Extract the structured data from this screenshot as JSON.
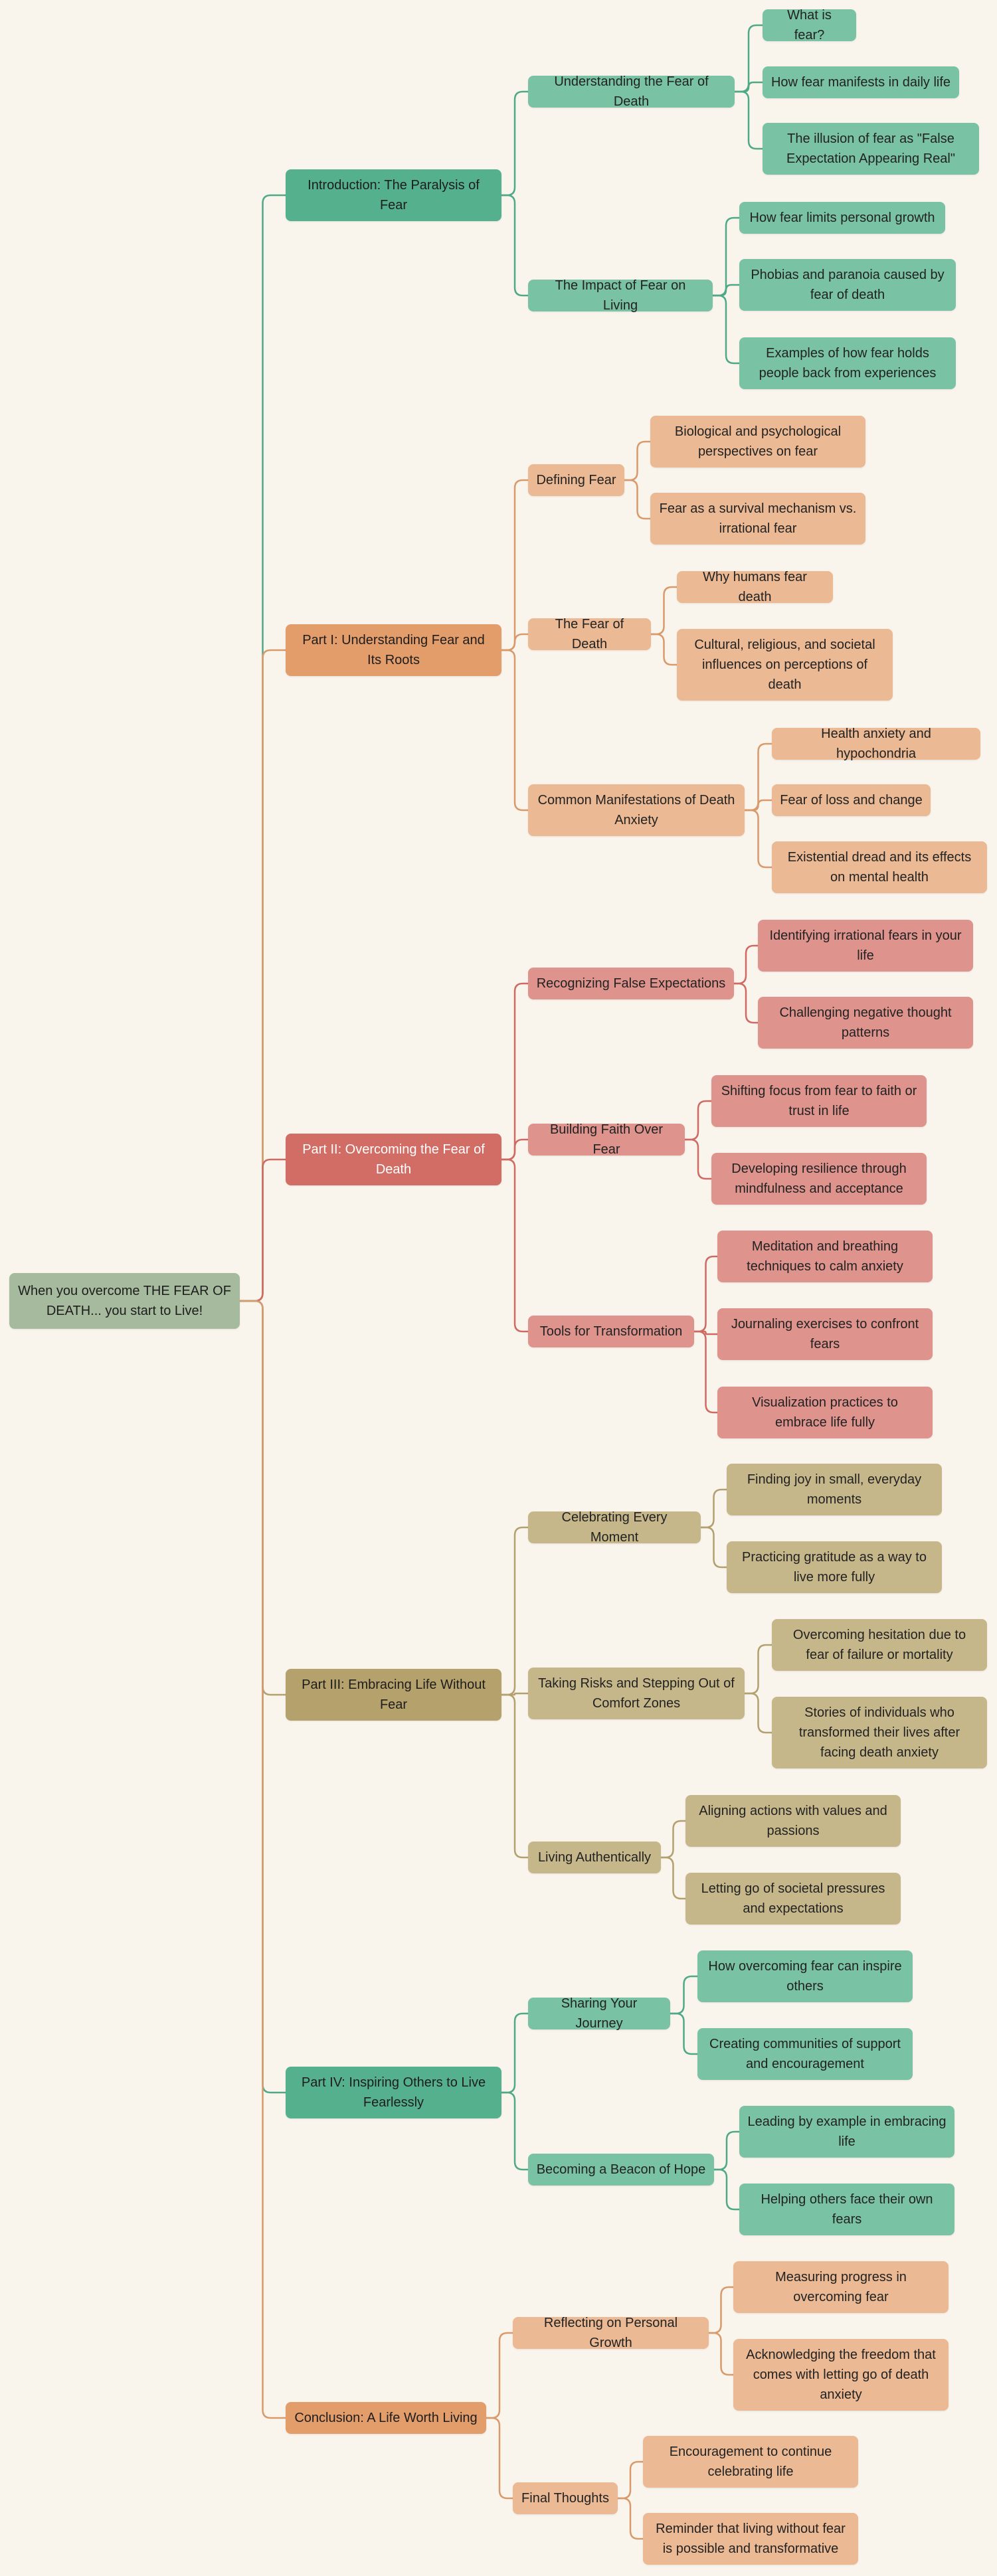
{
  "root": "When you overcome THE FEAR OF DEATH... you start to Live!",
  "colors": {
    "teal": "#55b08d",
    "orange": "#e39d6b",
    "red": "#d26d66",
    "olive": "#b5a16c"
  },
  "branches": [
    {
      "label": "Introduction: The Paralysis of Fear",
      "color": "teal",
      "children": [
        {
          "label": "Understanding the Fear of Death",
          "children": [
            "What is fear?",
            "How fear manifests in daily life",
            "The illusion of fear as \"False Expectation Appearing Real\""
          ]
        },
        {
          "label": "The Impact of Fear on Living",
          "children": [
            "How fear limits personal growth",
            "Phobias and paranoia caused by fear of death",
            "Examples of how fear holds people back from experiences"
          ]
        }
      ]
    },
    {
      "label": "Part I: Understanding Fear and Its Roots",
      "color": "orange",
      "children": [
        {
          "label": "Defining Fear",
          "children": [
            "Biological and psychological perspectives on fear",
            "Fear as a survival mechanism vs. irrational fear"
          ]
        },
        {
          "label": "The Fear of Death",
          "children": [
            "Why humans fear death",
            "Cultural, religious, and societal influences on perceptions of death"
          ]
        },
        {
          "label": "Common Manifestations of Death Anxiety",
          "children": [
            "Health anxiety and hypochondria",
            "Fear of loss and change",
            "Existential dread and its effects on mental health"
          ]
        }
      ]
    },
    {
      "label": "Part II: Overcoming the Fear of Death",
      "color": "red",
      "children": [
        {
          "label": "Recognizing False Expectations",
          "children": [
            "Identifying irrational fears in your life",
            "Challenging negative thought patterns"
          ]
        },
        {
          "label": "Building Faith Over Fear",
          "children": [
            "Shifting focus from fear to faith or trust in life",
            "Developing resilience through mindfulness and acceptance"
          ]
        },
        {
          "label": "Tools for Transformation",
          "children": [
            "Meditation and breathing techniques to calm anxiety",
            "Journaling exercises to confront fears",
            "Visualization practices to embrace life fully"
          ]
        }
      ]
    },
    {
      "label": "Part III: Embracing Life Without Fear",
      "color": "olive",
      "children": [
        {
          "label": "Celebrating Every Moment",
          "children": [
            "Finding joy in small, everyday moments",
            "Practicing gratitude as a way to live more fully"
          ]
        },
        {
          "label": "Taking Risks and Stepping Out of Comfort Zones",
          "children": [
            "Overcoming hesitation due to fear of failure or mortality",
            "Stories of individuals who transformed their lives after facing death anxiety"
          ]
        },
        {
          "label": "Living Authentically",
          "children": [
            "Aligning actions with values and passions",
            "Letting go of societal pressures and expectations"
          ]
        }
      ]
    },
    {
      "label": "Part IV: Inspiring Others to Live Fearlessly",
      "color": "teal",
      "children": [
        {
          "label": "Sharing Your Journey",
          "children": [
            "How overcoming fear can inspire others",
            "Creating communities of support and encouragement"
          ]
        },
        {
          "label": "Becoming a Beacon of Hope",
          "children": [
            "Leading by example in embracing life",
            "Helping others face their own fears"
          ]
        }
      ]
    },
    {
      "label": "Conclusion: A Life Worth Living",
      "color": "orange",
      "children": [
        {
          "label": "Reflecting on Personal Growth",
          "children": [
            "Measuring progress in overcoming fear",
            "Acknowledging the freedom that comes with letting go of death anxiety"
          ]
        },
        {
          "label": "Final Thoughts",
          "children": [
            "Encouragement to continue celebrating life",
            "Reminder that living without fear is possible and transformative"
          ]
        }
      ]
    }
  ]
}
